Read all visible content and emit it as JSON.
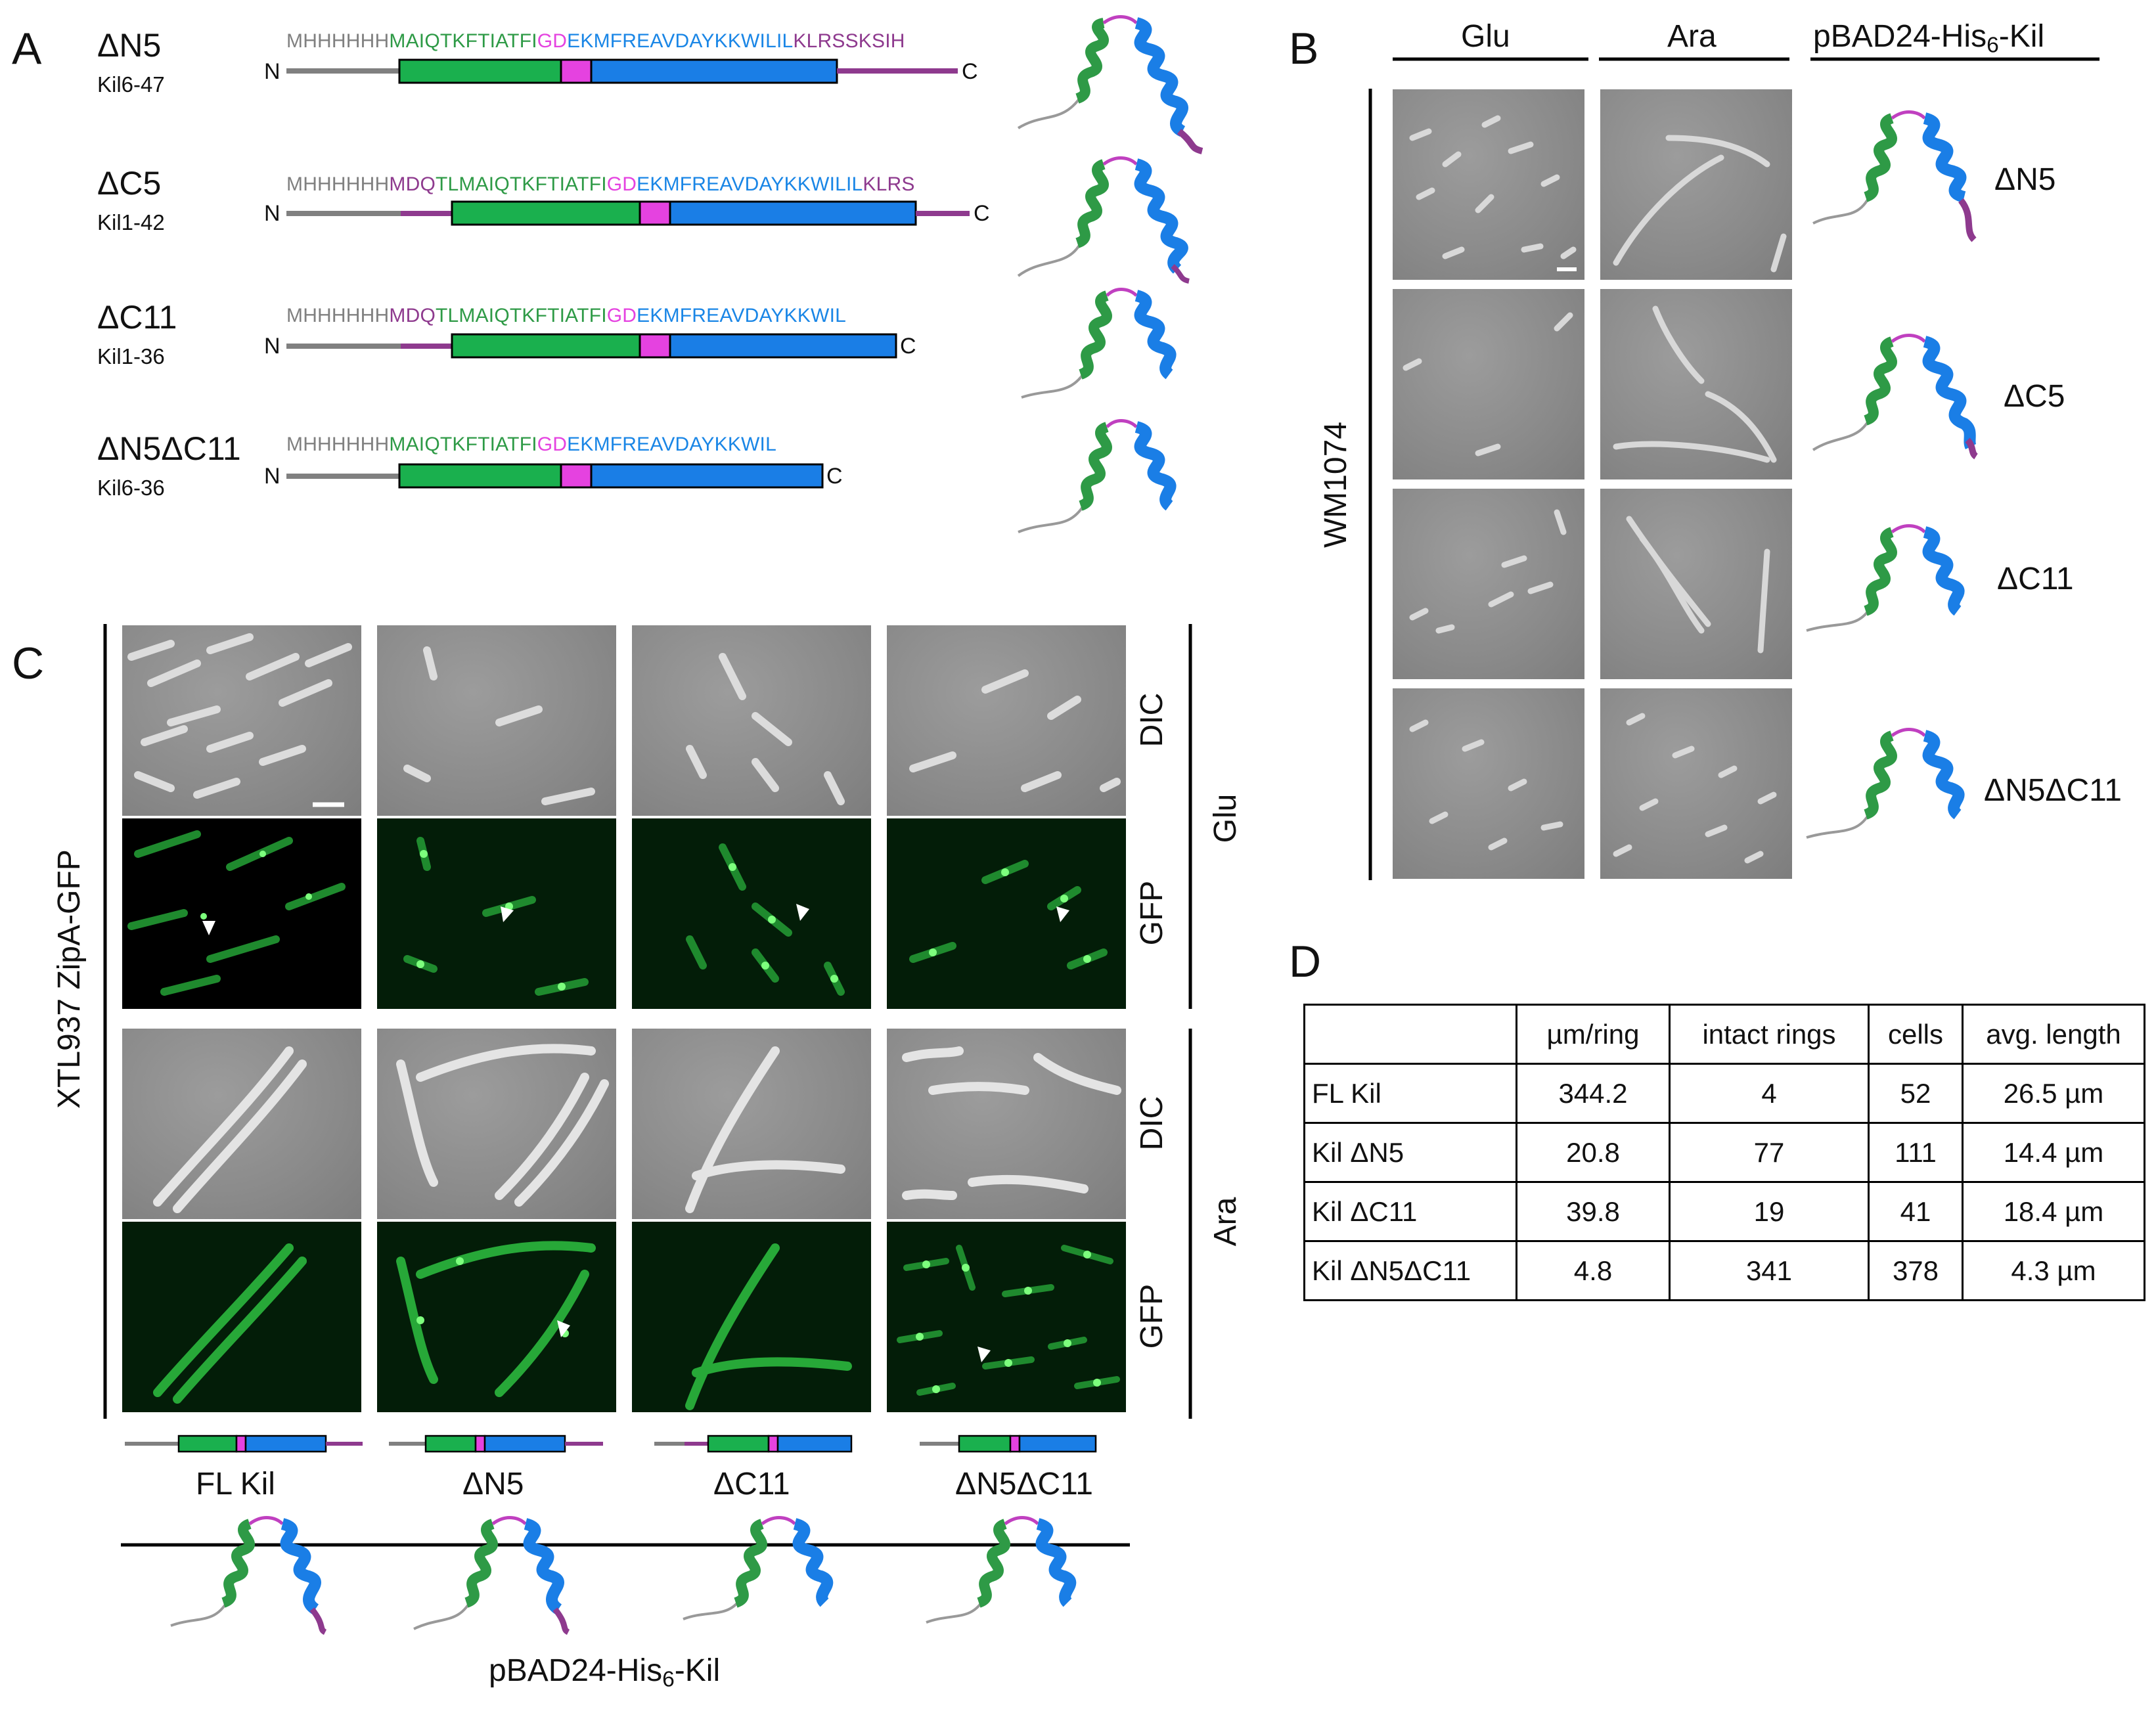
{
  "panels": {
    "a": "A",
    "b": "B",
    "c": "C",
    "d": "D"
  },
  "colors": {
    "gray": "#808080",
    "purple": "#8e3a8e",
    "green": "#2e9a46",
    "green_box": "#1ab04e",
    "magenta": "#e542e0",
    "blue": "#1a86e6",
    "blue_box": "#1a7ee6"
  },
  "panel_a": {
    "n_label": "N",
    "c_label": "C",
    "constructs": [
      {
        "name": "ΔN5",
        "sub": "Kil6-47",
        "seq_his": "MHHHHHH",
        "seq_pre": "",
        "seq_green": "MAIQTKFTIATFI",
        "seq_mag": "GD",
        "seq_blue": "EKMFREAVDAYKKWILIL",
        "seq_post": "KLRSSKSIH"
      },
      {
        "name": "ΔC5",
        "sub": "Kil1-42",
        "seq_his": "MHHHHHH",
        "seq_pre": "MDQ",
        "seq_green": "TLMAIQTKFTIATFI",
        "seq_mag": "GD",
        "seq_blue": "EKMFREAVDAYKKWILIL",
        "seq_post": "KLRS"
      },
      {
        "name": "ΔC11",
        "sub": "Kil1-36",
        "seq_his": "MHHHHHH",
        "seq_pre": "MDQ",
        "seq_green": "TLMAIQTKFTIATFI",
        "seq_mag": "GD",
        "seq_blue": "EKMFREAVDAYKKWIL",
        "seq_post": ""
      },
      {
        "name": "ΔN5ΔC11",
        "sub": "Kil6-36",
        "seq_his": "MHHHHHH",
        "seq_pre": "",
        "seq_green": "MAIQTKFTIATFI",
        "seq_mag": "GD",
        "seq_blue": "EKMFREAVDAYKKWIL",
        "seq_post": ""
      }
    ]
  },
  "panel_b": {
    "col_glu": "Glu",
    "col_ara": "Ara",
    "col_construct_main": "pBAD24-His",
    "col_construct_sub": "6",
    "col_construct_end": "-Kil",
    "strain": "WM1074",
    "rows": [
      "ΔN5",
      "ΔC5",
      "ΔC11",
      "ΔN5ΔC11"
    ]
  },
  "panel_c": {
    "strain": "XTL937 ZipA-GFP",
    "row_labels": [
      "DIC",
      "GFP",
      "DIC",
      "GFP"
    ],
    "group_labels": [
      "Glu",
      "Ara"
    ],
    "columns": [
      "FL Kil",
      "ΔN5",
      "ΔC11",
      "ΔN5ΔC11"
    ],
    "footer_main": "pBAD24-His",
    "footer_sub": "6",
    "footer_end": "-Kil"
  },
  "panel_d": {
    "headers": [
      "",
      "µm/ring",
      "intact rings",
      "cells",
      "avg. length"
    ],
    "rows": [
      [
        "FL Kil",
        "344.2",
        "4",
        "52",
        "26.5 µm"
      ],
      [
        "Kil ΔN5",
        "20.8",
        "77",
        "111",
        "14.4 µm"
      ],
      [
        "Kil ΔC11",
        "39.8",
        "19",
        "41",
        "18.4 µm"
      ],
      [
        "Kil ΔN5ΔC11",
        "4.8",
        "341",
        "378",
        "4.3 µm"
      ]
    ]
  }
}
